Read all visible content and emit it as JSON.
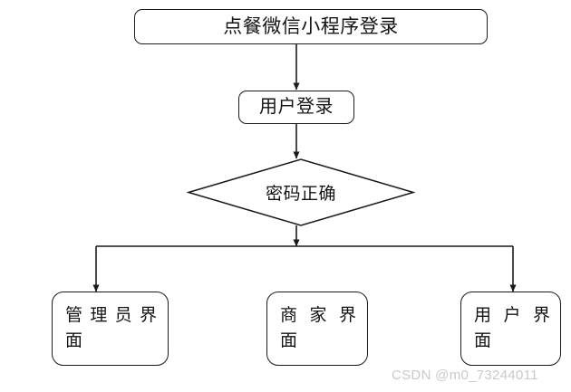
{
  "diagram": {
    "type": "flowchart",
    "title_node": {
      "label": "点餐微信小程序登录",
      "shape": "rounded-rectangle"
    },
    "nodes": [
      {
        "id": "app-login",
        "label": "点餐微信小程序登录",
        "shape": "rounded-rectangle"
      },
      {
        "id": "user-login",
        "label": "用户登录",
        "shape": "rounded-rectangle"
      },
      {
        "id": "password-check",
        "label": "密码正确",
        "shape": "diamond"
      },
      {
        "id": "admin-ui",
        "label": "管理员界面",
        "line1": "管理员界",
        "line2": "面",
        "shape": "rounded-rectangle"
      },
      {
        "id": "merchant-ui",
        "label": "商家界面",
        "line1": "商家界",
        "line2": "面",
        "shape": "rounded-rectangle"
      },
      {
        "id": "user-ui",
        "label": "用户界面",
        "line1": "用户界",
        "line2": "面",
        "shape": "rounded-rectangle"
      }
    ],
    "edges": [
      {
        "from": "app-login",
        "to": "user-login",
        "arrow": true
      },
      {
        "from": "user-login",
        "to": "password-check",
        "arrow": true
      },
      {
        "from": "password-check",
        "to": "branch-bus",
        "arrow": true
      },
      {
        "from": "branch-bus",
        "to": "admin-ui",
        "arrow": true
      },
      {
        "from": "branch-bus",
        "to": "merchant-ui",
        "arrow": false
      },
      {
        "from": "branch-bus",
        "to": "user-ui",
        "arrow": true
      }
    ],
    "colors": {
      "stroke": "#1a1a1a",
      "fill": "#ffffff",
      "text": "#141414",
      "watermark": "#c9c9c9"
    }
  },
  "watermark": {
    "text": "CSDN @m0_73244011"
  }
}
